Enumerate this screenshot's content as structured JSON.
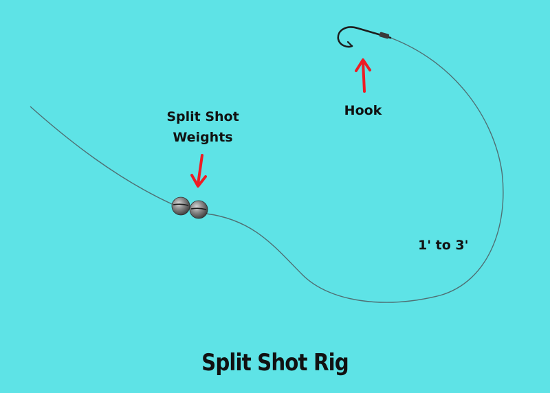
{
  "title": "Split Shot Rig",
  "labels": {
    "weights_line1": "Split Shot",
    "weights_line2": "Weights",
    "hook": "Hook",
    "leader_length": "1' to 3'"
  },
  "colors": {
    "background": "#5ee3e6",
    "line": "#4f6f73",
    "arrow": "#ee1c24",
    "text": "#111111",
    "weight": "#6b6b6b"
  },
  "icons": {
    "hook": "fishing-hook-icon",
    "weights": "split-shot-weight-icon",
    "arrow": "pointer-arrow-icon"
  }
}
